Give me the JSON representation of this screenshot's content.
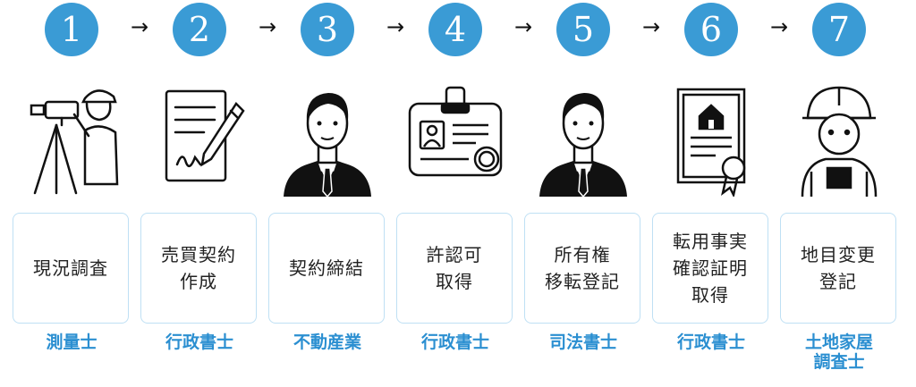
{
  "steps": [
    {
      "number": "1",
      "lines": [
        "現況調査"
      ],
      "role": [
        "測量士"
      ],
      "icon": "surveyor-icon"
    },
    {
      "number": "2",
      "lines": [
        "売買契約",
        "作成"
      ],
      "role": [
        "行政書士"
      ],
      "icon": "contract-signing-icon"
    },
    {
      "number": "3",
      "lines": [
        "契約締結"
      ],
      "role": [
        "不動産業"
      ],
      "icon": "businessman-icon"
    },
    {
      "number": "4",
      "lines": [
        "許認可",
        "取得"
      ],
      "role": [
        "行政書士"
      ],
      "icon": "license-card-icon"
    },
    {
      "number": "5",
      "lines": [
        "所有権",
        "移転登記"
      ],
      "role": [
        "司法書士"
      ],
      "icon": "businessman-icon"
    },
    {
      "number": "6",
      "lines": [
        "転用事実",
        "確認証明",
        "取得"
      ],
      "role": [
        "行政書士"
      ],
      "icon": "certificate-icon"
    },
    {
      "number": "7",
      "lines": [
        "地目変更",
        "登記"
      ],
      "role": [
        "土地家屋",
        "調査士"
      ],
      "icon": "worker-helmet-icon"
    }
  ],
  "arrow": "→",
  "colors": {
    "accent": "#3a9bd5",
    "box_border": "#bfe0f4",
    "role_text": "#2b8fd1"
  }
}
